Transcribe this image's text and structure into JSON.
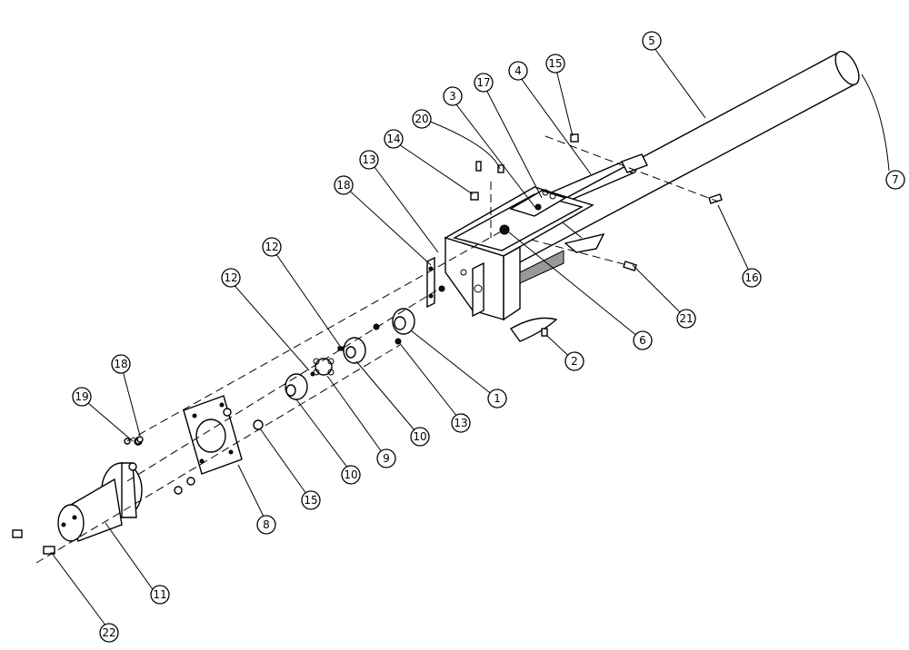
{
  "callouts": [
    {
      "id": "c1",
      "label": "1"
    },
    {
      "id": "c2",
      "label": "2"
    },
    {
      "id": "c3",
      "label": "3"
    },
    {
      "id": "c4",
      "label": "4"
    },
    {
      "id": "c5",
      "label": "5"
    },
    {
      "id": "c6",
      "label": "6"
    },
    {
      "id": "c7",
      "label": "7"
    },
    {
      "id": "c8",
      "label": "8"
    },
    {
      "id": "c9",
      "label": "9"
    },
    {
      "id": "c10a",
      "label": "10"
    },
    {
      "id": "c10b",
      "label": "10"
    },
    {
      "id": "c11",
      "label": "11"
    },
    {
      "id": "c12a",
      "label": "12"
    },
    {
      "id": "c12b",
      "label": "12"
    },
    {
      "id": "c13a",
      "label": "13"
    },
    {
      "id": "c13b",
      "label": "13"
    },
    {
      "id": "c14",
      "label": "14"
    },
    {
      "id": "c15a",
      "label": "15"
    },
    {
      "id": "c15b",
      "label": "15"
    },
    {
      "id": "c16",
      "label": "16"
    },
    {
      "id": "c17",
      "label": "17"
    },
    {
      "id": "c18a",
      "label": "18"
    },
    {
      "id": "c18b",
      "label": "18"
    },
    {
      "id": "c19",
      "label": "19"
    },
    {
      "id": "c20",
      "label": "20"
    },
    {
      "id": "c21",
      "label": "21"
    },
    {
      "id": "c22",
      "label": "22"
    }
  ]
}
